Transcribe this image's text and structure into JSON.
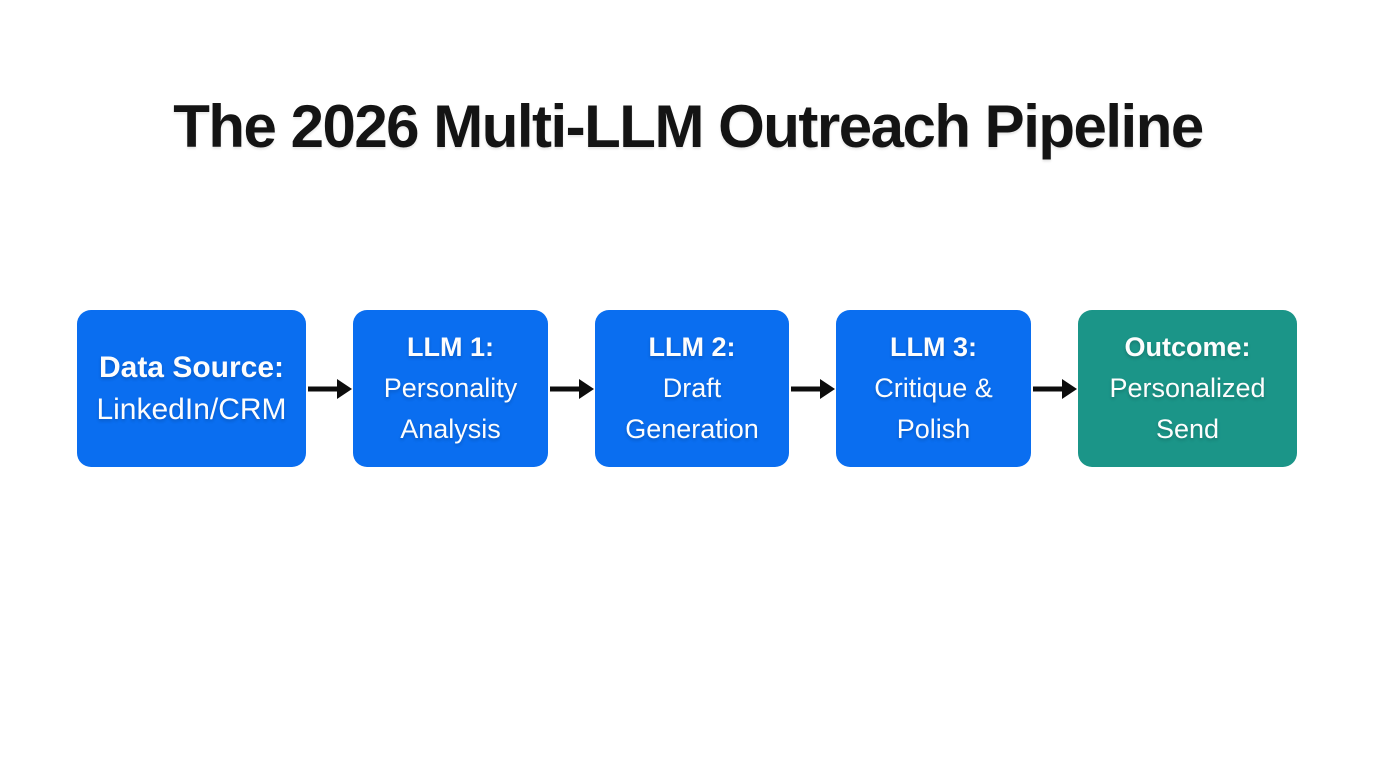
{
  "title": "The 2026 Multi-LLM Outreach Pipeline",
  "colors": {
    "step_blue": "#0a6ef0",
    "outcome_teal": "#1b9588",
    "arrow_black": "#0d0d0d",
    "title_text": "#141414",
    "step_text": "#fdfdfd",
    "background": "#ffffff"
  },
  "pipeline": {
    "steps": [
      {
        "title": "Data Source:",
        "lines": [
          "LinkedIn/CRM"
        ],
        "color": "#0a6ef0"
      },
      {
        "title": "LLM 1:",
        "lines": [
          "Personality",
          "Analysis"
        ],
        "color": "#0a6ef0"
      },
      {
        "title": "LLM 2:",
        "lines": [
          "Draft",
          "Generation"
        ],
        "color": "#0a6ef0"
      },
      {
        "title": "LLM 3:",
        "lines": [
          "Critique &",
          "Polish"
        ],
        "color": "#0a6ef0"
      },
      {
        "title": "Outcome:",
        "lines": [
          "Personalized",
          "Send"
        ],
        "color": "#1b9588"
      }
    ],
    "arrow_count": 4
  }
}
